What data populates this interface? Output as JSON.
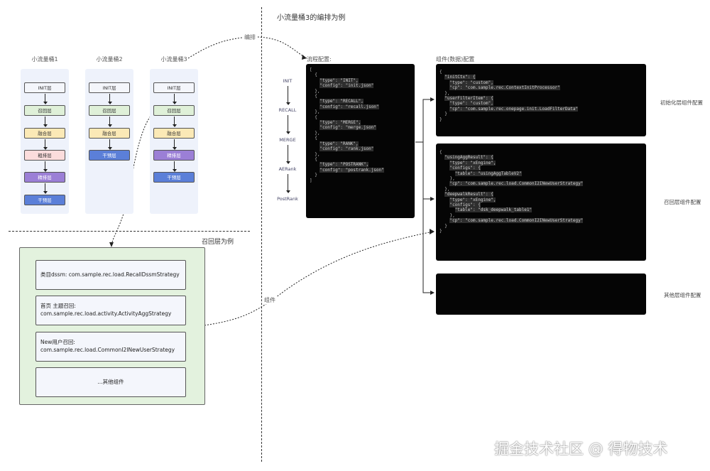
{
  "header": {
    "title": "小流量桶3的编排为例"
  },
  "connectors": {
    "orchestration_label": "编排",
    "component_label": "组件"
  },
  "buckets": [
    {
      "title": "小流量桶1",
      "stages": [
        "INIT层",
        "召回层",
        "融合层",
        "粗排层",
        "精排层",
        "干预层"
      ]
    },
    {
      "title": "小流量桶2",
      "stages": [
        "INIT层",
        "召回层",
        "融合层",
        "干预层"
      ]
    },
    {
      "title": "小流量桶3",
      "stages": [
        "INIT层",
        "召回层",
        "融合层",
        "精排层",
        "干预层"
      ]
    }
  ],
  "stage_colors": {
    "INIT层": "#f4f6fb",
    "召回层": "#dff0d8",
    "融合层": "#fbe9b6",
    "粗排层": "#fbdcdc",
    "精排层": "#9b7fd6",
    "干预层": "#5b7fd8"
  },
  "recall_section": {
    "title": "召回层为例",
    "cards": [
      {
        "line1": "类目dssm: com.sample.rec.load.RecallDssmStrategy",
        "line2": ""
      },
      {
        "line1": "首页 主题召回:",
        "line2": "com.sample.rec.load.activity.ActivityAggStrategy"
      },
      {
        "line1": "New用户召回:",
        "line2": "com.sample.rec.load.CommonI2INewUserStrategy"
      },
      {
        "line1": "...其他组件",
        "line2": ""
      }
    ]
  },
  "flow_config": {
    "title": "流程配置:",
    "nodes": [
      "INIT",
      "RECALL",
      "MERGE",
      "AERank",
      "PostRank"
    ],
    "code": [
      "[",
      "  {",
      "    \"type\": \"INIT\",",
      "    \"config\": \"init.json\"",
      "  },",
      "  {",
      "    \"type\": \"RECALL\",",
      "    \"config\": \"recall.json\"",
      "  },",
      "  {",
      "    \"type\": \"MERGE\",",
      "    \"config\": \"merge.json\"",
      "  },",
      "  {",
      "    \"type\": \"RANK\",",
      "    \"config\": \"rank.json\"",
      "  },",
      "  {",
      "    \"type\": \"POSTRANK\",",
      "    \"config\": \"postrank.json\"",
      "  }",
      "]"
    ]
  },
  "component_config": {
    "title": "组件(数据)配置",
    "init_code": [
      "{",
      "  \"initCtx\": {",
      "    \"type\": \"custom\",",
      "    \"cp\": \"com.sample.rec.ContextInitProcessor\"",
      "  },",
      "  \"userFilterItem\": {",
      "    \"type\": \"custom\",",
      "    \"cp\": \"com.sample.rec.onepage.init.LoadFilterData\"",
      "  }",
      "}"
    ],
    "recall_code": [
      "{",
      "  \"usingAggResult\": {",
      "    \"type\": \"xEngine\",",
      "    \"configs\": {",
      "      \"table\": \"usingAggTableV2\"",
      "    },",
      "    \"cp\": \"com.sample.rec.load.CommonI2INewUserStrategy\"",
      "  },",
      "  \"deepwalkResult\": {",
      "    \"type\": \"xEngine\",",
      "    \"configs\": {",
      "      \"table\": \"dsk_deepwalk_table1\"",
      "    },",
      "    \"cp\": \"com.sample.rec.load.CommonI2INewUserStrategy\"",
      "  }",
      "}"
    ],
    "labels": {
      "init": "初始化层组件配置",
      "recall": "召回层组件配置",
      "other": "其他层组件配置"
    }
  },
  "watermark": "掘金技术社区 @ 得物技术"
}
